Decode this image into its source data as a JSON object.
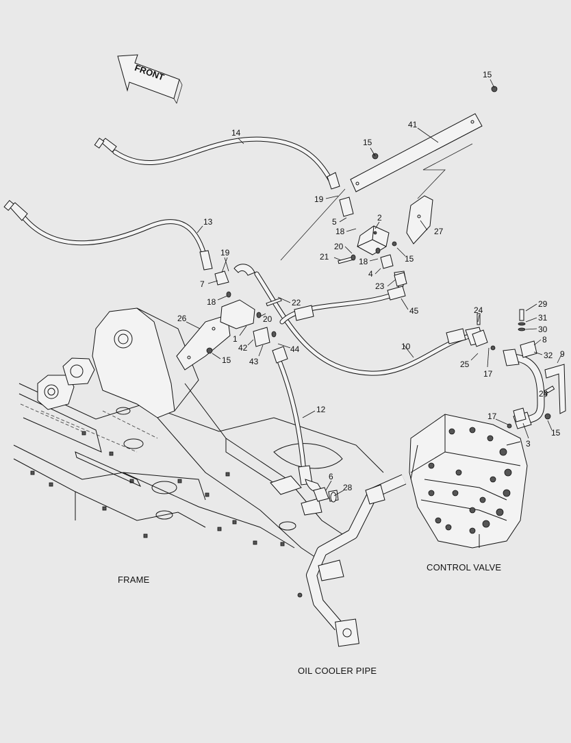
{
  "direction_label": "FRONT",
  "captions": {
    "frame": "FRAME",
    "control_valve": "CONTROL VALVE",
    "oil_cooler_pipe": "OIL COOLER PIPE"
  },
  "callouts": [
    {
      "id": "c15a",
      "label": "15"
    },
    {
      "id": "c41",
      "label": "41"
    },
    {
      "id": "c15b",
      "label": "15"
    },
    {
      "id": "c14",
      "label": "14"
    },
    {
      "id": "c19a",
      "label": "19"
    },
    {
      "id": "c5",
      "label": "5"
    },
    {
      "id": "c2",
      "label": "2"
    },
    {
      "id": "c27",
      "label": "27"
    },
    {
      "id": "c18a",
      "label": "18"
    },
    {
      "id": "c13",
      "label": "13"
    },
    {
      "id": "c20a",
      "label": "20"
    },
    {
      "id": "c21",
      "label": "21"
    },
    {
      "id": "c18b",
      "label": "18"
    },
    {
      "id": "c15c",
      "label": "15"
    },
    {
      "id": "c19b",
      "label": "19"
    },
    {
      "id": "c4",
      "label": "4"
    },
    {
      "id": "c7",
      "label": "7"
    },
    {
      "id": "c23",
      "label": "23"
    },
    {
      "id": "c18c",
      "label": "18"
    },
    {
      "id": "c22",
      "label": "22"
    },
    {
      "id": "c45",
      "label": "45"
    },
    {
      "id": "c20b",
      "label": "20"
    },
    {
      "id": "c26",
      "label": "26"
    },
    {
      "id": "c24a",
      "label": "24"
    },
    {
      "id": "c29",
      "label": "29"
    },
    {
      "id": "c31",
      "label": "31"
    },
    {
      "id": "c30",
      "label": "30"
    },
    {
      "id": "c1",
      "label": "1"
    },
    {
      "id": "c42",
      "label": "42"
    },
    {
      "id": "c44",
      "label": "44"
    },
    {
      "id": "c8",
      "label": "8"
    },
    {
      "id": "c43",
      "label": "43"
    },
    {
      "id": "c15d",
      "label": "15"
    },
    {
      "id": "c10",
      "label": "10"
    },
    {
      "id": "c9",
      "label": "9"
    },
    {
      "id": "c32",
      "label": "32"
    },
    {
      "id": "c25",
      "label": "25"
    },
    {
      "id": "c17a",
      "label": "17"
    },
    {
      "id": "c12",
      "label": "12"
    },
    {
      "id": "c24b",
      "label": "24"
    },
    {
      "id": "c17b",
      "label": "17"
    },
    {
      "id": "c15e",
      "label": "15"
    },
    {
      "id": "c3",
      "label": "3"
    },
    {
      "id": "c6",
      "label": "6"
    },
    {
      "id": "c28",
      "label": "28"
    }
  ]
}
